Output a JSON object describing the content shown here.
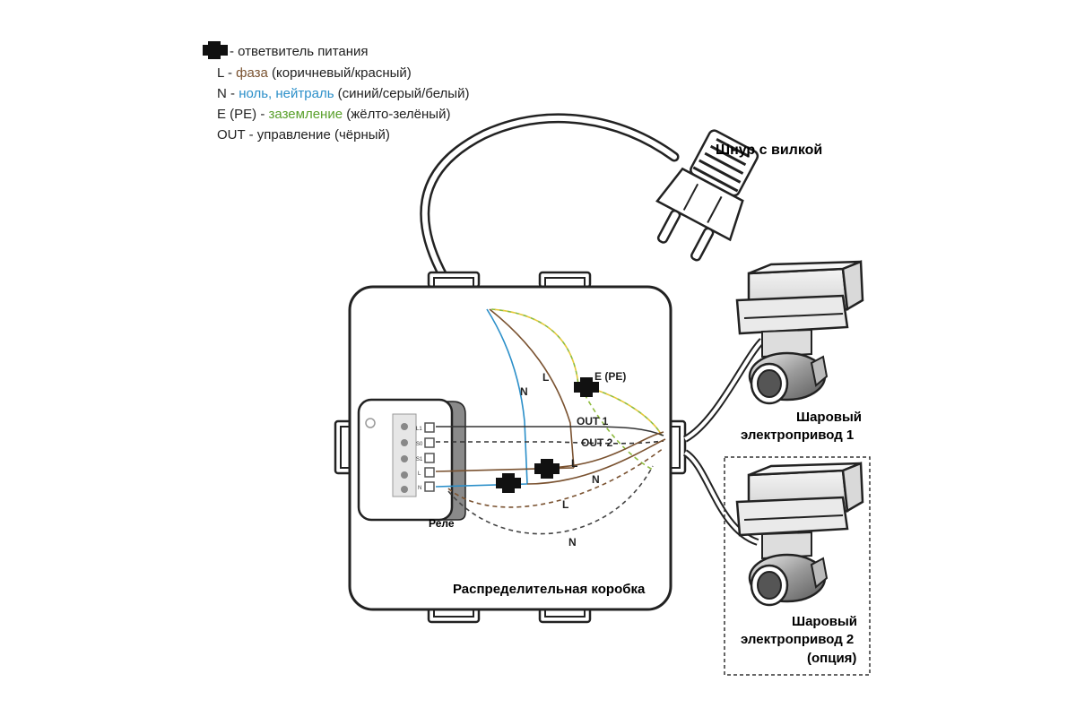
{
  "legend": {
    "splitter": "- ответвитель питания",
    "phase": {
      "key": "L",
      "dash": " - ",
      "name": "фаза",
      "desc": " (коричневый/красный)"
    },
    "neutral": {
      "key": "N",
      "dash": " - ",
      "name": "ноль, нейтраль",
      "desc": " (синий/серый/белый)"
    },
    "earth": {
      "key": "E (PE)",
      "dash": " -  ",
      "name": "заземление",
      "desc": " (жёлто-зелёный)"
    },
    "out": {
      "key": "OUT",
      "dash": " - ",
      "desc": "управление (чёрный)"
    }
  },
  "labels": {
    "plug": "Шнур с вилкой",
    "box": "Распределительная коробка",
    "relay": "Реле",
    "valve1_line1": "Шаровый",
    "valve1_line2": "электропривод 1",
    "valve2_line1": "Шаровый",
    "valve2_line2": "электропривод 2",
    "valve2_line3": "(опция)",
    "wire_n": "N",
    "wire_l": "L",
    "wire_e": "E (PE)",
    "out1": "OUT 1",
    "out2": "OUT 2",
    "wire_l2": "L",
    "wire_n2": "N",
    "wire_l3": "L",
    "wire_n3": "N"
  },
  "relay_terminals": [
    "L1",
    "S0",
    "S1",
    "L",
    "N"
  ],
  "colors": {
    "phase": "#7a5230",
    "neutral": "#2b8fc9",
    "earth": "#8dbb3c",
    "earth_alt": "#e6c83a",
    "out": "#222222"
  }
}
